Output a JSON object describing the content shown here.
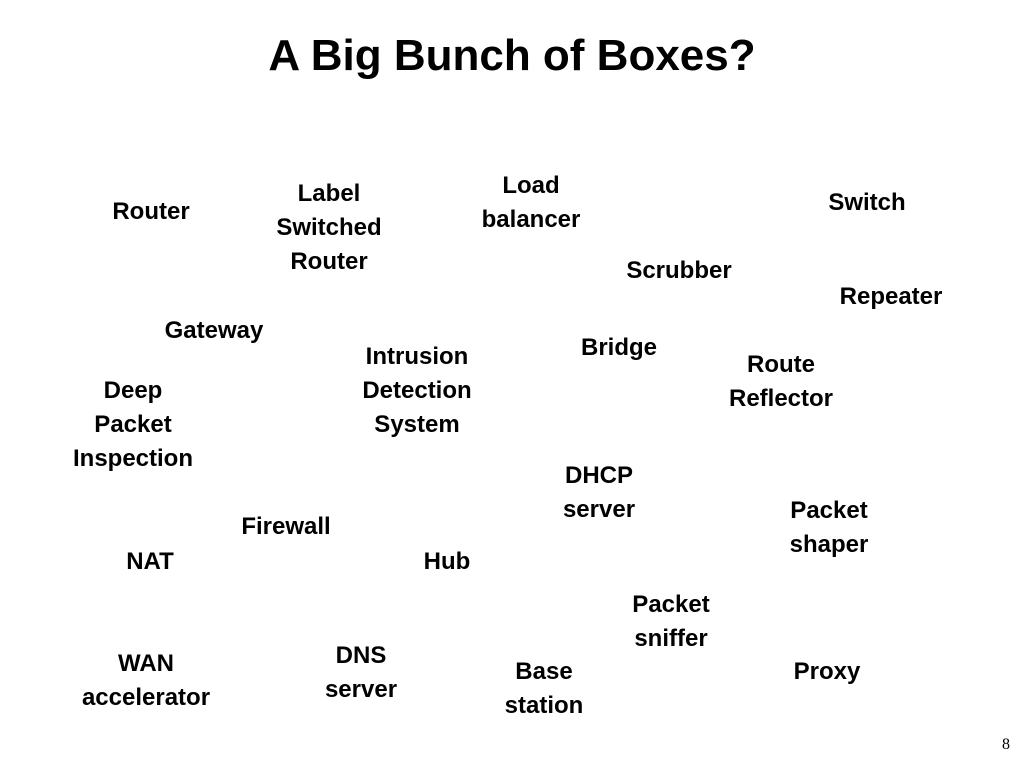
{
  "slide": {
    "title": "A Big Bunch of Boxes?",
    "page_number": "8",
    "terms": {
      "router": "Router",
      "label_switched_router": "Label\nSwitched\nRouter",
      "load_balancer": "Load\nbalancer",
      "switch": "Switch",
      "scrubber": "Scrubber",
      "repeater": "Repeater",
      "gateway": "Gateway",
      "intrusion_detection_system": "Intrusion\nDetection\nSystem",
      "bridge": "Bridge",
      "route_reflector": "Route\nReflector",
      "deep_packet_inspection": "Deep\nPacket\nInspection",
      "dhcp_server": "DHCP\nserver",
      "packet_shaper": "Packet\nshaper",
      "firewall": "Firewall",
      "nat": "NAT",
      "hub": "Hub",
      "packet_sniffer": "Packet\nsniffer",
      "dns_server": "DNS\nserver",
      "wan_accelerator": "WAN\naccelerator",
      "base_station": "Base\nstation",
      "proxy": "Proxy"
    }
  }
}
